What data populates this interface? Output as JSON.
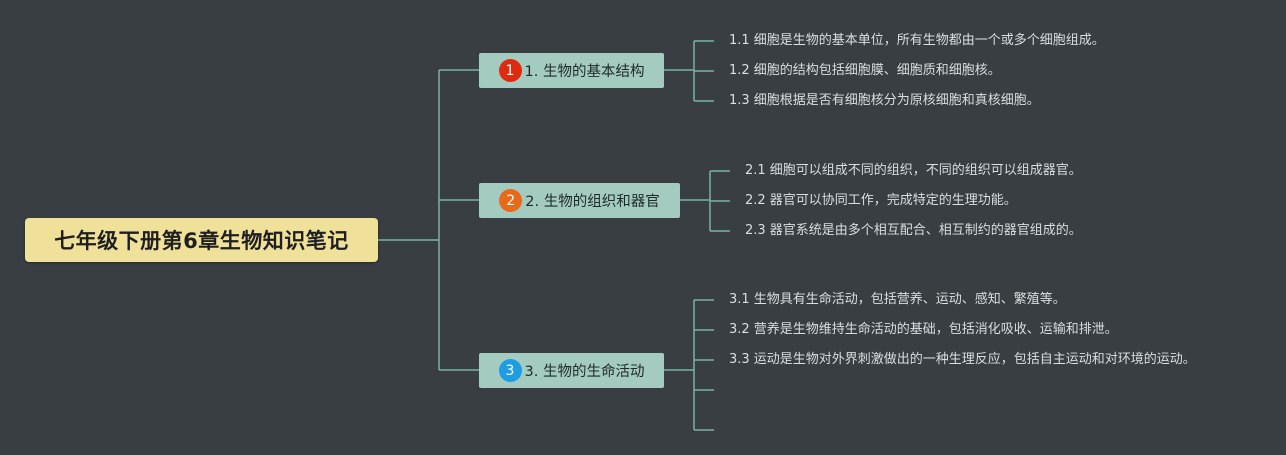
{
  "root": {
    "title": "七年级下册第6章生物知识笔记"
  },
  "branches": [
    {
      "number": "1",
      "label": "1. 生物的基本结构",
      "badge_color": "#e02a10",
      "leaves": [
        "1.1 细胞是生物的基本单位，所有生物都由一个或多个细胞组成。",
        "1.2 细胞的结构包括细胞膜、细胞质和细胞核。",
        "1.3 细胞根据是否有细胞核分为原核细胞和真核细胞。"
      ]
    },
    {
      "number": "2",
      "label": "2. 生物的组织和器官",
      "badge_color": "#e86a18",
      "leaves": [
        "2.1 细胞可以组成不同的组织，不同的组织可以组成器官。",
        "2.2 器官可以协同工作，完成特定的生理功能。",
        "2.3 器官系统是由多个相互配合、相互制约的器官组成的。"
      ]
    },
    {
      "number": "3",
      "label": "3. 生物的生命活动",
      "badge_color": "#1e9de0",
      "leaves": [
        "3.1 生物具有生命活动，包括营养、运动、感知、繁殖等。",
        "3.2 营养是生物维持生命活动的基础，包括消化吸收、运输和排泄。",
        "3.3 运动是生物对外界刺激做出的一种生理反应，包括自主运动和对环境的运动。",
        "",
        ""
      ]
    }
  ],
  "colors": {
    "background": "#383e41",
    "connector": "#78b3a5",
    "root_fill": "#f0e19a",
    "branch_fill": "#a4cbc0",
    "leaf_text": "#dadfdf"
  }
}
